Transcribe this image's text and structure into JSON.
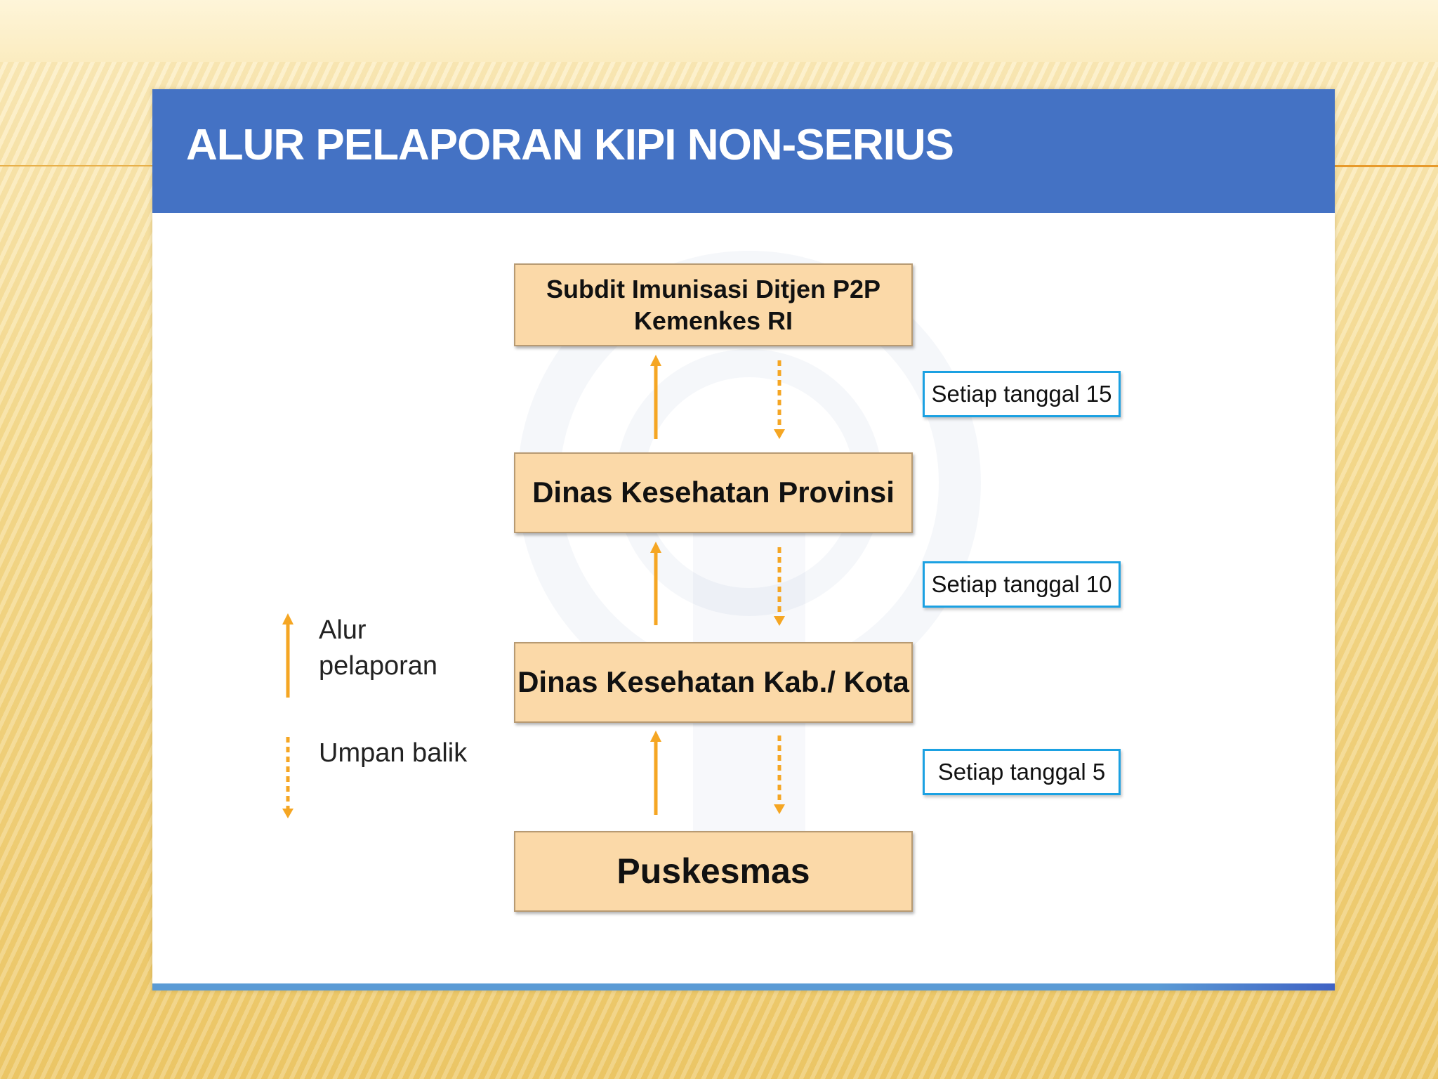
{
  "slide": {
    "title": "ALUR PELAPORAN KIPI NON-SERIUS"
  },
  "flow": {
    "nodes": [
      {
        "line1": "Subdit Imunisasi Ditjen P2P",
        "line2": "Kemenkes RI"
      },
      {
        "label": "Dinas Kesehatan Provinsi"
      },
      {
        "label": "Dinas Kesehatan Kab./ Kota"
      },
      {
        "label": "Puskesmas"
      }
    ],
    "schedules": [
      "Setiap tanggal 15",
      "Setiap tanggal 10",
      "Setiap tanggal 5"
    ]
  },
  "legend": {
    "reporting_line1": "Alur",
    "reporting_line2": "pelaporan",
    "feedback": "Umpan balik"
  },
  "colors": {
    "header": "#4472c4",
    "node_fill": "#fbd9a8",
    "arrow": "#f5a623",
    "schedule_border": "#1ba1e2"
  }
}
